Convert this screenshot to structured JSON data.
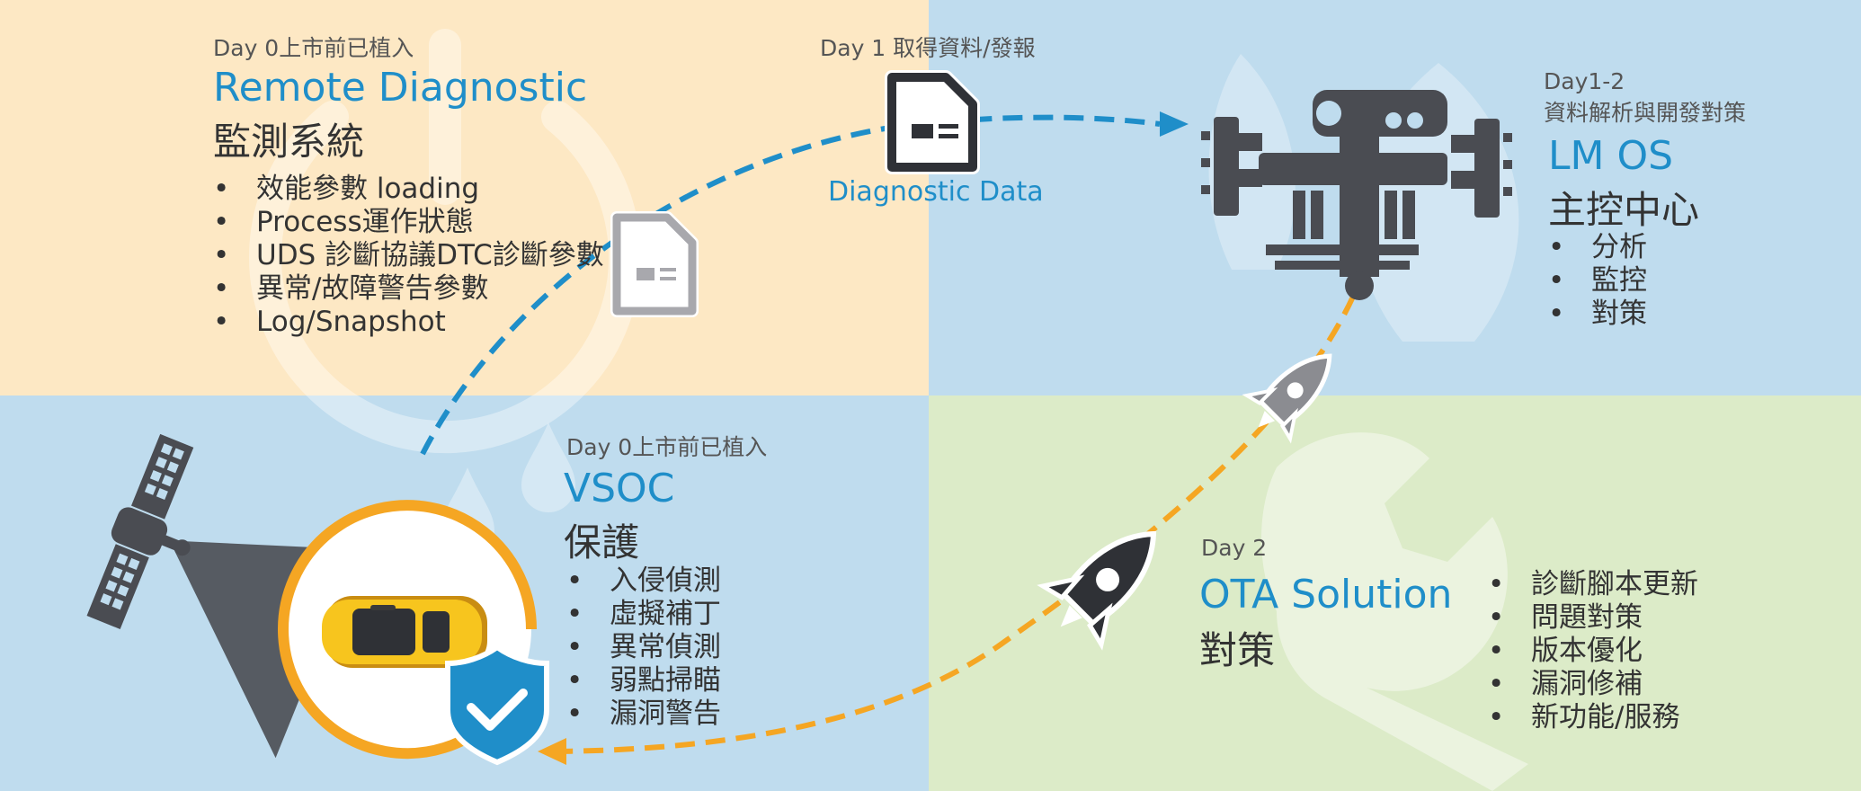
{
  "colors": {
    "tl_bg": "#fde8c4",
    "tr_bg": "#bfdcee",
    "bl_bg": "#bfdcee",
    "br_bg": "#dcebc8",
    "accent_blue": "#1f8ec9",
    "accent_orange": "#f5a623",
    "dark_icon": "#4a4c52"
  },
  "remote": {
    "day": "Day 0上市前已植入",
    "title": "Remote Diagnostic",
    "subtitle": "監測系統",
    "items": [
      "效能參數 loading",
      "Process運作狀態",
      "UDS 診斷協議DTC診斷參數",
      "異常/故障警告參數",
      "Log/Snapshot"
    ]
  },
  "diag": {
    "day": "Day 1 取得資料/發報",
    "label": "Diagnostic Data"
  },
  "lmos": {
    "day_line1": "Day1-2",
    "day_line2": "資料解析與開發對策",
    "title": "LM OS",
    "subtitle": "主控中心",
    "items": [
      "分析",
      "監控",
      "對策"
    ]
  },
  "vsoc": {
    "day": "Day 0上市前已植入",
    "title": "VSOC",
    "subtitle": "保護",
    "items": [
      "入侵偵測",
      "虛擬補丁",
      "異常偵測",
      "弱點掃瞄",
      "漏洞警告"
    ]
  },
  "ota": {
    "day": "Day 2",
    "title": "OTA Solution",
    "subtitle": "對策",
    "items": [
      "診斷腳本更新",
      "問題對策",
      "版本優化",
      "漏洞修補",
      "新功能/服務"
    ]
  },
  "icons": [
    "satellite-icon",
    "car-icon",
    "shield-check-icon",
    "document-icon",
    "space-station-icon",
    "rocket-icon",
    "wrench-icon",
    "power-icon"
  ]
}
